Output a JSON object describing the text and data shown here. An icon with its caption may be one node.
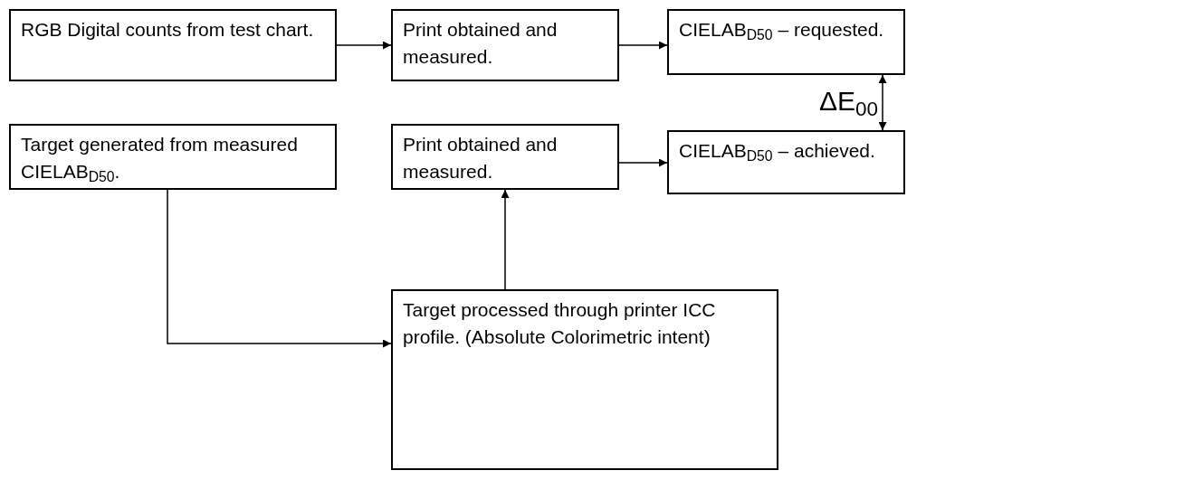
{
  "diagram": {
    "nodes": [
      {
        "text": [
          "RGB Digital counts from test chart."
        ]
      },
      {
        "text": [
          "Print obtained and measured."
        ]
      },
      {
        "text": [
          "CIELAB$_{D50}$ – requested."
        ]
      },
      {
        "text": [
          "Target generated from measured CIELAB$_{D50}$."
        ]
      },
      {
        "text": [
          "Print obtained and measured."
        ]
      },
      {
        "text": [
          "CIELAB$_{D50}$ – achieved."
        ]
      },
      {
        "text": [
          "Target processed through printer ICC profile. (Absolute Colorimetric intent)"
        ]
      }
    ],
    "edges": [
      {
        "from": 0,
        "to": 1,
        "arrow": "to"
      },
      {
        "from": 1,
        "to": 2,
        "arrow": "to"
      },
      {
        "from": 2,
        "to": 5,
        "arrow": "both",
        "label": "ΔE$_{00}$"
      },
      {
        "from": 4,
        "to": 5,
        "arrow": "to"
      },
      {
        "from": 3,
        "to": 6,
        "arrow": "to"
      },
      {
        "from": 6,
        "to": 4,
        "arrow": "to"
      }
    ]
  }
}
